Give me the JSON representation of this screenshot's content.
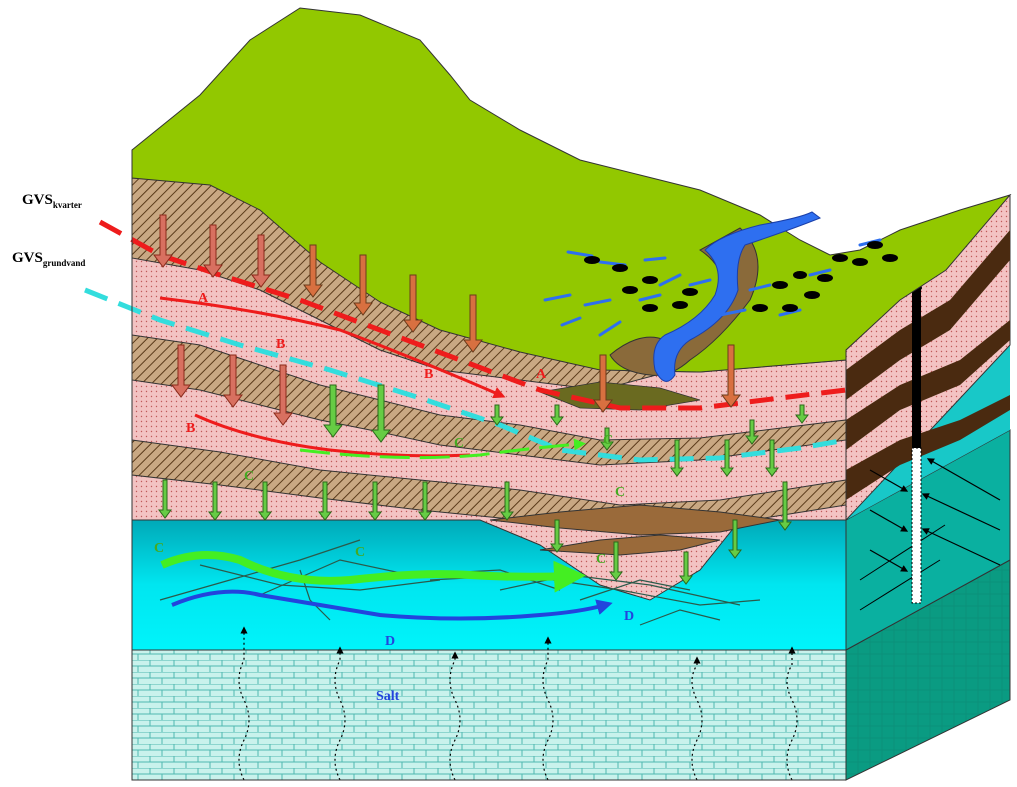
{
  "legend": {
    "gvs_kvarter": {
      "main": "GVS",
      "sub": "kvarter",
      "color": "#ee1c1c"
    },
    "gvs_grundvand": {
      "main": "GVS",
      "sub": "grundvand",
      "color": "#33dddd"
    }
  },
  "labels": {
    "A": "A",
    "B": "B",
    "C": "C",
    "D": "D",
    "salt": "Salt"
  },
  "colors": {
    "terrain": "#92c800",
    "clay_pink": "#f3c3c3",
    "brown": "#7a4a25",
    "dark_brown": "#4a2a10",
    "aquifer": "#00e0ea",
    "aquifer_side": "#1ec0c0",
    "salt_layer": "#c9f2ec",
    "side_deep": "#0a9b82",
    "river": "#2e6ff0",
    "flow_red": "#ee1c1c",
    "flow_green": "#44ee22",
    "flow_blue": "#2244dd",
    "arrow_green": "#66cc44",
    "arrow_orange": "#d87040"
  }
}
